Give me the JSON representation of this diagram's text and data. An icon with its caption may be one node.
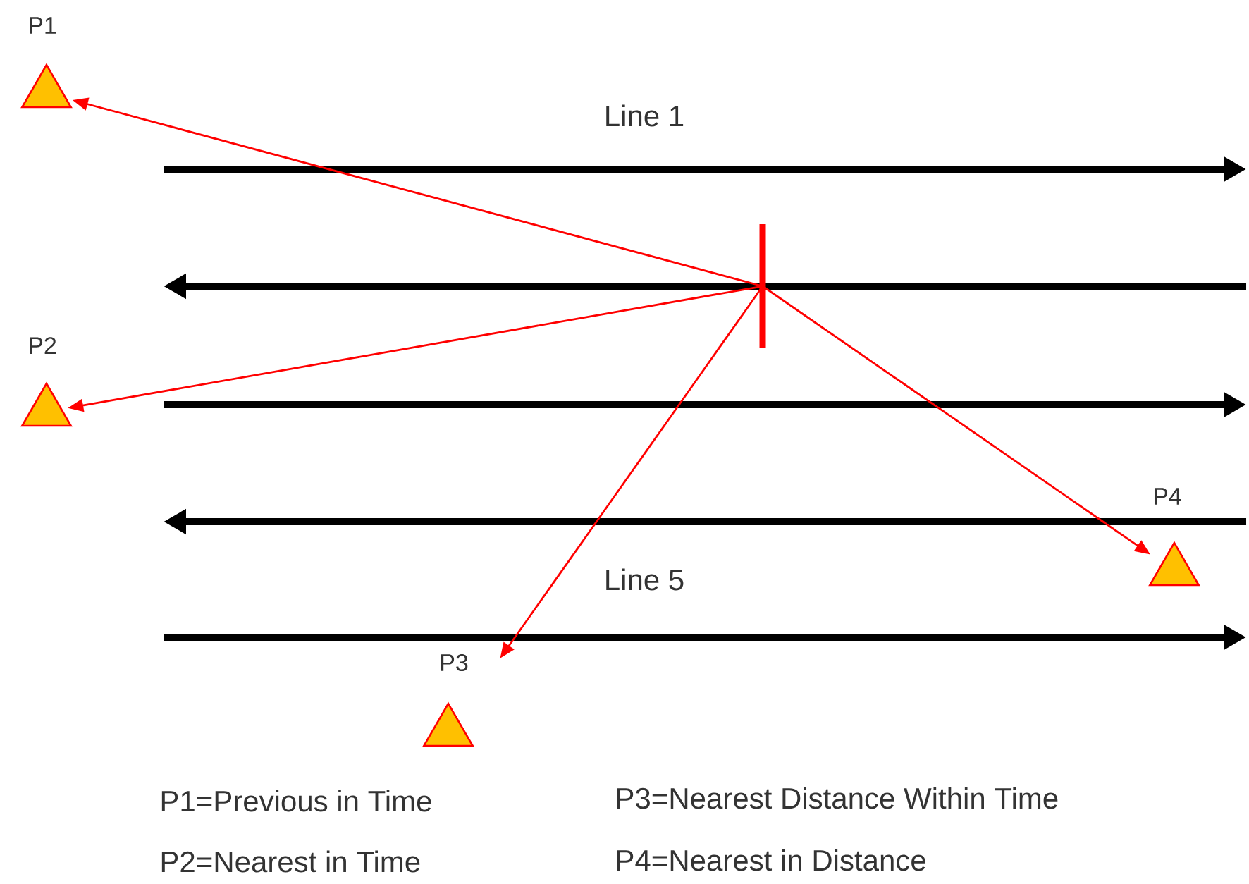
{
  "diagram": {
    "nodes": [
      {
        "text": [
          "P1"
        ]
      },
      {
        "text": [
          "P2"
        ]
      },
      {
        "text": [
          "P3"
        ]
      },
      {
        "text": [
          "P4"
        ]
      },
      {
        "text": [],
        "shape": "bar"
      }
    ],
    "edges": [
      {
        "from": 4,
        "to": 0,
        "arrow": "to"
      },
      {
        "from": 4,
        "to": 1,
        "arrow": "to"
      },
      {
        "from": 4,
        "to": 2,
        "arrow": "to"
      },
      {
        "from": 4,
        "to": 3,
        "arrow": "to"
      }
    ],
    "labels": [
      "Line 1",
      "Line 5",
      "P1=Previous in Time",
      "P3=Nearest Distance Within Time",
      "P2=Nearest in Time",
      "P4=Nearest in Distance"
    ]
  }
}
